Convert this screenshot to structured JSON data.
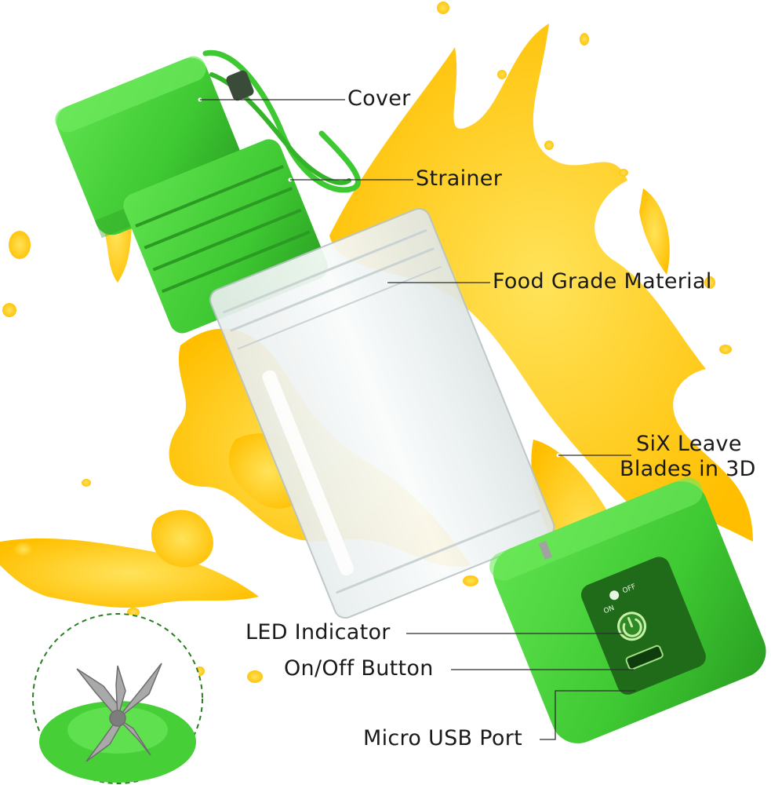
{
  "labels": {
    "cover": "Cover",
    "strainer": "Strainer",
    "food_grade": "Food Grade Material",
    "blades_line1": "SiX Leave",
    "blades_line2": "Blades in 3D",
    "led": "LED Indicator",
    "button": "On/Off Button",
    "usb": "Micro USB Port"
  },
  "panel": {
    "on": "ON",
    "off": "OFF"
  },
  "colors": {
    "product_green": "#3ec832",
    "juice_yellow": "#ffc90a",
    "bottle_glass": "#eef2f2"
  },
  "icons": [
    "power-icon",
    "usb-port-icon",
    "blade-icon"
  ]
}
